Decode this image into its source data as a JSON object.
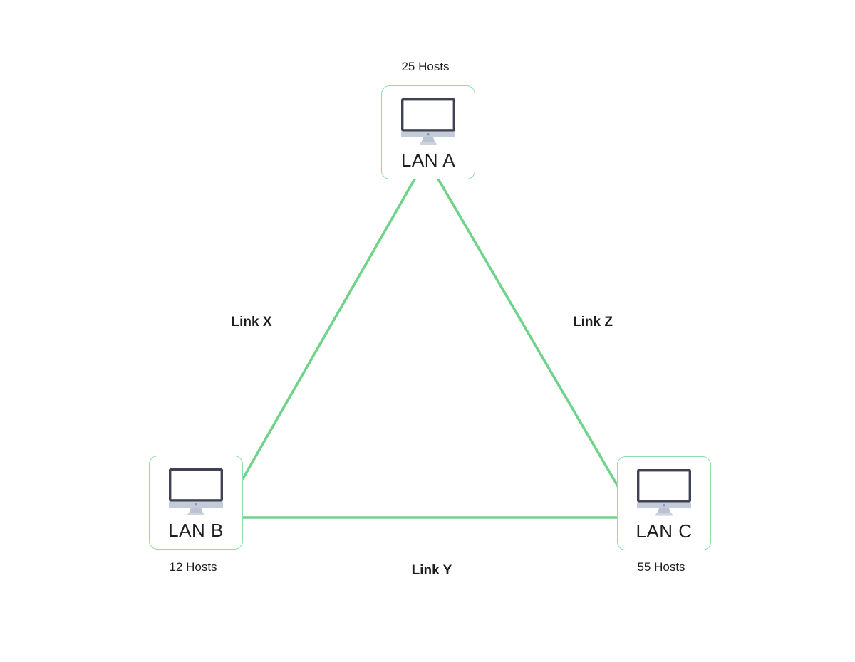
{
  "diagram": {
    "nodes": [
      {
        "id": "lan-a",
        "label": "LAN A",
        "hosts_label": "25 Hosts",
        "icon": "desktop-computer-icon"
      },
      {
        "id": "lan-b",
        "label": "LAN B",
        "hosts_label": "12 Hosts",
        "icon": "desktop-computer-icon"
      },
      {
        "id": "lan-c",
        "label": "LAN C",
        "hosts_label": "55 Hosts",
        "icon": "desktop-computer-icon"
      }
    ],
    "links": [
      {
        "id": "link-x",
        "label": "Link X",
        "from": "LAN A",
        "to": "LAN B"
      },
      {
        "id": "link-y",
        "label": "Link Y",
        "from": "LAN B",
        "to": "LAN C"
      },
      {
        "id": "link-z",
        "label": "Link Z",
        "from": "LAN A",
        "to": "LAN C"
      }
    ],
    "colors": {
      "link": "#6fd489",
      "node_border": "#8ce0a2",
      "label_text": "#1e1e1e",
      "monitor_frame": "#3e4253",
      "monitor_chin": "#c5ccd9",
      "monitor_dot": "#8d96a8",
      "monitor_stand": "#bac3d3",
      "monitor_base": "#ccd2de",
      "background": "#ffffff"
    }
  }
}
